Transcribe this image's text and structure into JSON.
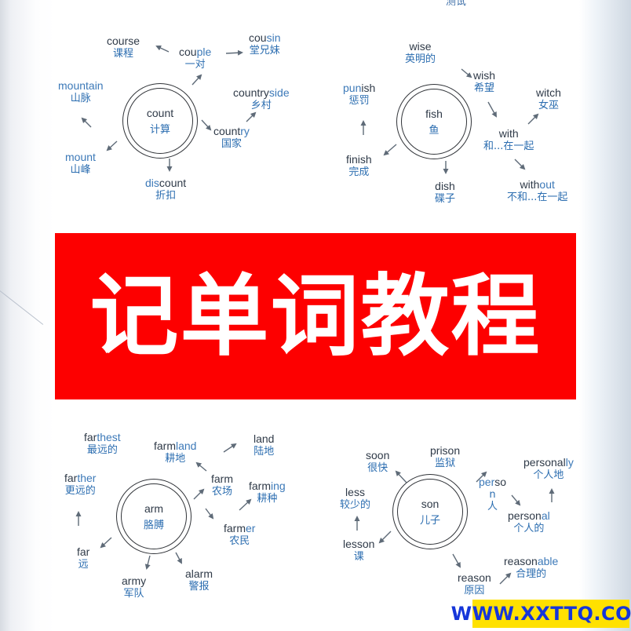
{
  "top_cut_text": "测试",
  "banner": {
    "title": "记单词教程"
  },
  "watermark": {
    "text": "WWW.XXTTQ.COM"
  },
  "panels": {
    "count": {
      "center": {
        "en": "count",
        "zh": "计算"
      },
      "words": [
        {
          "pre": "",
          "hi": "",
          "post": "course",
          "zh": "课程"
        },
        {
          "pre": "cou",
          "hi": "ple",
          "post": "",
          "zh": "一对"
        },
        {
          "pre": "cou",
          "hi": "sin",
          "post": "",
          "zh": "堂兄妹"
        },
        {
          "pre": "",
          "hi": "mountain",
          "post": "",
          "zh": "山脉"
        },
        {
          "pre": "country",
          "hi": "side",
          "post": "",
          "zh": "乡村"
        },
        {
          "pre": "count",
          "hi": "ry",
          "post": "",
          "zh": "国家"
        },
        {
          "pre": "",
          "hi": "mount",
          "post": "",
          "zh": "山峰"
        },
        {
          "pre": "",
          "hi": "dis",
          "post": "count",
          "zh": "折扣"
        }
      ]
    },
    "fish": {
      "center": {
        "en": "fish",
        "zh": "鱼"
      },
      "words": [
        {
          "pre": "wise",
          "hi": "",
          "post": "",
          "zh": "英明的"
        },
        {
          "pre": "",
          "hi": "pun",
          "post": "ish",
          "zh": "惩罚"
        },
        {
          "pre": "wish",
          "hi": "",
          "post": "",
          "zh": "希望"
        },
        {
          "pre": "witch",
          "hi": "",
          "post": "",
          "zh": "女巫"
        },
        {
          "pre": "with",
          "hi": "",
          "post": "",
          "zh": "和...在一起"
        },
        {
          "pre": "finish",
          "hi": "",
          "post": "",
          "zh": "完成"
        },
        {
          "pre": "dish",
          "hi": "",
          "post": "",
          "zh": "碟子"
        },
        {
          "pre": "with",
          "hi": "out",
          "post": "",
          "zh": "不和...在一起"
        }
      ]
    },
    "arm": {
      "center": {
        "en": "arm",
        "zh": "胳膊"
      },
      "words": [
        {
          "pre": "far",
          "hi": "thest",
          "post": "",
          "zh": "最远的"
        },
        {
          "pre": "farm",
          "hi": "land",
          "post": "",
          "zh": "耕地"
        },
        {
          "pre": "land",
          "hi": "",
          "post": "",
          "zh": "陆地"
        },
        {
          "pre": "far",
          "hi": "ther",
          "post": "",
          "zh": "更远的"
        },
        {
          "pre": "farm",
          "hi": "",
          "post": "",
          "zh": "农场"
        },
        {
          "pre": "farm",
          "hi": "ing",
          "post": "",
          "zh": "耕种"
        },
        {
          "pre": "farm",
          "hi": "er",
          "post": "",
          "zh": "农民"
        },
        {
          "pre": "far",
          "hi": "",
          "post": "",
          "zh": "远"
        },
        {
          "pre": "army",
          "hi": "",
          "post": "",
          "zh": "军队"
        },
        {
          "pre": "alarm",
          "hi": "",
          "post": "",
          "zh": "警报"
        }
      ]
    },
    "son": {
      "center": {
        "en": "son",
        "zh": "儿子"
      },
      "words": [
        {
          "pre": "soon",
          "hi": "",
          "post": "",
          "zh": "很快"
        },
        {
          "pre": "prison",
          "hi": "",
          "post": "",
          "zh": "监狱"
        },
        {
          "pre": "personal",
          "hi": "ly",
          "post": "",
          "zh": "个人地"
        },
        {
          "pre": "",
          "hi": "per",
          "post": "so",
          "zh": "n 人"
        },
        {
          "pre": "less",
          "hi": "",
          "post": "",
          "zh": "较少的"
        },
        {
          "pre": "person",
          "hi": "al",
          "post": "",
          "zh": "个人的"
        },
        {
          "pre": "lesson",
          "hi": "",
          "post": "",
          "zh": "课"
        },
        {
          "pre": "reason",
          "hi": "able",
          "post": "",
          "zh": "合理的"
        },
        {
          "pre": "reason",
          "hi": "",
          "post": "",
          "zh": "原因"
        }
      ]
    }
  }
}
